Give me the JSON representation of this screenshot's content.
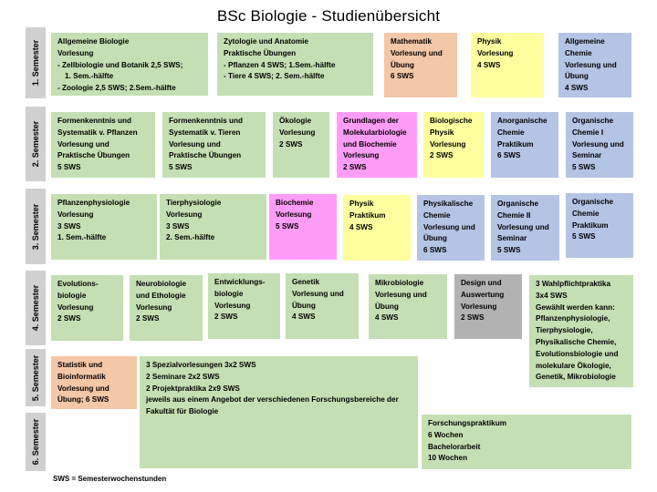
{
  "title": "BSc Biologie - Studienübersicht",
  "semesters": [
    {
      "label": "1. Semester"
    },
    {
      "label": "2. Semester"
    },
    {
      "label": "3. Semester"
    },
    {
      "label": "4. Semester"
    },
    {
      "label": "5. Semester"
    },
    {
      "label": "6. Semester"
    }
  ],
  "colors": {
    "pflicht_biologie": "#c4dfb3",
    "mathematik_statistik": "#f4c7a8",
    "physik": "#fffe9e",
    "chemie": "#b4c4e4",
    "biochemie": "#ff9cf7",
    "design": "#b2b2b2",
    "semester_label": "#d0d0d0"
  },
  "modules": {
    "s1": [
      {
        "lines": [
          "Allgemeine Biologie",
          "Vorlesung",
          "- Zellbiologie und Botanik 2,5 SWS;",
          "1. Sem.-hälfte",
          "- Zoologie 2,5 SWS; 2.Sem.-hälfte"
        ]
      },
      {
        "lines": [
          "Zytologie und Anatomie",
          "Praktische Übungen",
          "- Pflanzen 4 SWS; 1.Sem.-hälfte",
          "- Tiere 4 SWS; 2. Sem.-hälfte"
        ]
      },
      {
        "lines": [
          "Mathematik",
          "Vorlesung und",
          "Übung",
          "6 SWS"
        ]
      },
      {
        "lines": [
          "Physik",
          "Vorlesung",
          "4 SWS"
        ]
      },
      {
        "lines": [
          "Allgemeine",
          "Chemie",
          "Vorlesung und",
          "Übung",
          "4 SWS"
        ]
      }
    ],
    "s2": [
      {
        "lines": [
          "Formenkenntnis und",
          "Systematik v. Pflanzen",
          "Vorlesung und",
          "Praktische Übungen",
          "5 SWS"
        ]
      },
      {
        "lines": [
          "Formenkenntnis und",
          "Systematik v. Tieren",
          "Vorlesung und",
          "Praktische Übungen",
          "5 SWS"
        ]
      },
      {
        "lines": [
          "Ökologie",
          "Vorlesung",
          "2 SWS"
        ]
      },
      {
        "lines": [
          "Grundlagen der",
          "Molekularbiologie",
          "und Biochemie",
          "Vorlesung",
          "2 SWS"
        ]
      },
      {
        "lines": [
          "Biologische",
          "Physik",
          "Vorlesung",
          "2 SWS"
        ]
      },
      {
        "lines": [
          "Anorganische",
          "Chemie",
          "Praktikum",
          "6 SWS"
        ]
      },
      {
        "lines": [
          "Organische",
          "Chemie I",
          "Vorlesung und",
          "Seminar",
          "5 SWS"
        ]
      }
    ],
    "s3": [
      {
        "lines": [
          "Pflanzenphysiologie",
          "Vorlesung",
          "3 SWS",
          "1. Sem.-hälfte"
        ]
      },
      {
        "lines": [
          "Tierphysiologie",
          "Vorlesung",
          "3 SWS",
          "2. Sem.-hälfte"
        ]
      },
      {
        "lines": [
          "Biochemie",
          "Vorlesung",
          "5 SWS"
        ]
      },
      {
        "lines": [
          "Physik",
          "Praktikum",
          "4 SWS"
        ]
      },
      {
        "lines": [
          "Physikalische",
          "Chemie",
          "Vorlesung und",
          "Übung",
          "6 SWS"
        ]
      },
      {
        "lines": [
          "Organische",
          "Chemie II",
          "Vorlesung und",
          "Seminar",
          "5 SWS"
        ]
      },
      {
        "lines": [
          "Organische",
          "Chemie",
          "Praktikum",
          "5 SWS"
        ]
      }
    ],
    "s4": [
      {
        "lines": [
          "Evolutions-",
          "biologie",
          "Vorlesung",
          "2 SWS"
        ]
      },
      {
        "lines": [
          "Neurobiologie",
          "und Ethologie",
          "Vorlesung",
          "2 SWS"
        ]
      },
      {
        "lines": [
          "Entwicklungs-",
          "biologie",
          "Vorlesung",
          "2 SWS"
        ]
      },
      {
        "lines": [
          "Genetik",
          "Vorlesung und",
          "Übung",
          "4 SWS"
        ]
      },
      {
        "lines": [
          "Mikrobiologie",
          "Vorlesung und",
          "Übung",
          "4 SWS"
        ]
      },
      {
        "lines": [
          "Design und",
          "Auswertung",
          "Vorlesung",
          "2 SWS"
        ]
      },
      {
        "lines": [
          "3 Wahlpflichtpraktika",
          "3x4 SWS",
          "Gewählt werden kann:",
          "Pflanzenphysiologie,",
          "Tierphysiologie,",
          "Physikalische Chemie,",
          "Evolutionsbiologie und",
          "molekulare Ökologie,",
          "Genetik, Mikrobiologie"
        ]
      }
    ],
    "s5": [
      {
        "lines": [
          "Statistik und",
          "Bioinformatik",
          "Vorlesung und",
          "Übung; 6 SWS"
        ]
      },
      {
        "lines": [
          "3 Spezialvorlesungen 3x2 SWS",
          "2 Seminare 2x2 SWS",
          "2 Projektpraktika 2x9 SWS",
          "jeweils aus einem Angebot der verschiedenen Forschungsbereiche der",
          "Fakultät für Biologie"
        ]
      }
    ],
    "s6": [
      {
        "lines": [
          "Forschungspraktikum",
          "6 Wochen",
          "Bachelorarbeit",
          "10 Wochen"
        ]
      }
    ]
  },
  "footnote": "SWS = Semesterwochenstunden"
}
